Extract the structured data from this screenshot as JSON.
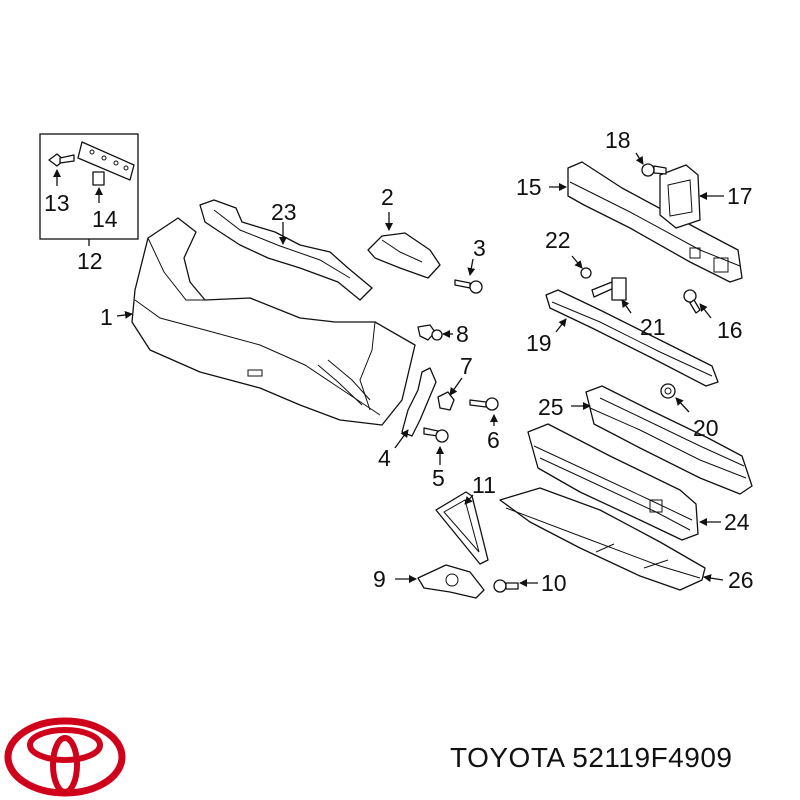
{
  "callouts": {
    "c1": "1",
    "c2": "2",
    "c3": "3",
    "c4": "4",
    "c5": "5",
    "c6": "6",
    "c7": "7",
    "c8": "8",
    "c9": "9",
    "c10": "10",
    "c11": "11",
    "c12": "12",
    "c13": "13",
    "c14": "14",
    "c15": "15",
    "c16": "16",
    "c17": "17",
    "c18": "18",
    "c19": "19",
    "c20": "20",
    "c21": "21",
    "c22": "22",
    "c23": "23",
    "c24": "24",
    "c25": "25",
    "c26": "26"
  },
  "footer": {
    "brand": "TOYOTA",
    "part_number": "52119F4909"
  },
  "colors": {
    "logo": "#d0021b",
    "line": "#111111"
  }
}
